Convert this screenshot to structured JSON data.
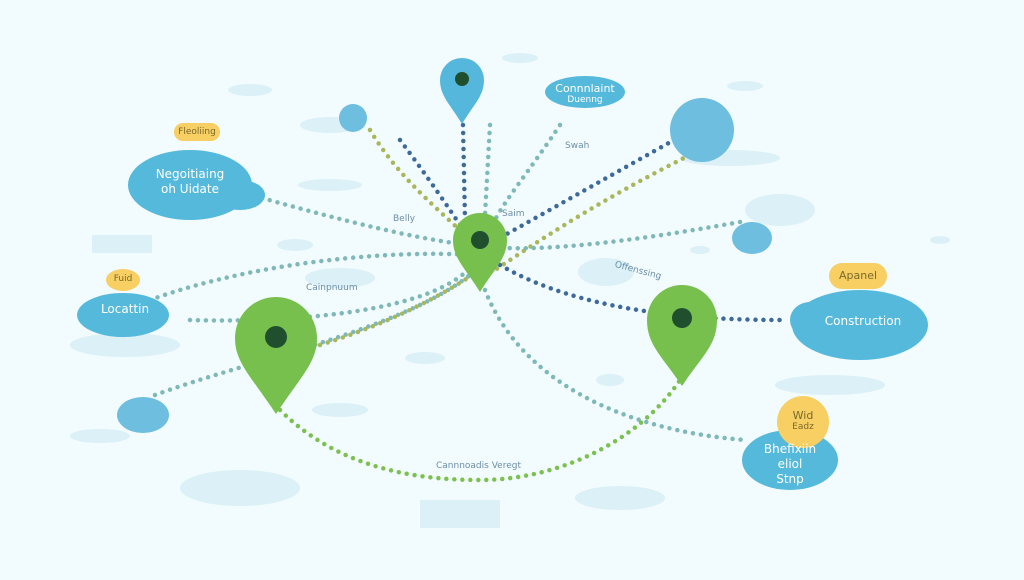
{
  "diagram": {
    "clouds": [
      {
        "id": "negotiating",
        "text1": "Negoitiaing",
        "text2": "oh Uidate",
        "tag": "Fleoliing"
      },
      {
        "id": "complaint",
        "text1": "Connnlaint",
        "text2": "Duenng"
      },
      {
        "id": "location",
        "text1": "Locattin",
        "tag": "Fuid"
      },
      {
        "id": "construction",
        "text1": "Construction",
        "tag": "Apanel"
      },
      {
        "id": "belsitin",
        "text1": "Bhefixiin",
        "text2": "eliol",
        "text3": "Stnp",
        "tag1": "Wid",
        "tag2": "Eadz"
      }
    ],
    "small_labels": {
      "sanh": "Swah",
      "belly": "Belly",
      "saim": "Saim",
      "campruum": "Cainpnuum",
      "offenssing": "Offenssing",
      "bottom": "Cannnoadis Veregt"
    },
    "colors": {
      "cloud": "#55b9dc",
      "tag": "#f7cf62",
      "pin_green": "#77c04d",
      "pin_blue": "#56b7dc",
      "pin_dot": "#1f4f2d",
      "dot_teal": "#7fb8b8",
      "dot_navy": "#3d6a9a",
      "dot_olive": "#a9b65a",
      "dot_green": "#7cc14f"
    }
  }
}
